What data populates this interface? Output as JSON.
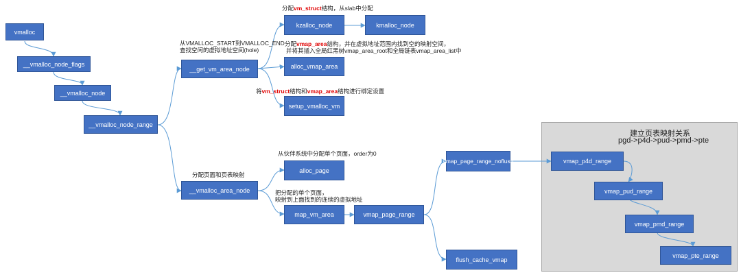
{
  "colors": {
    "box_fill": "#4472c4",
    "box_border": "#2f5597",
    "box_text": "#ffffff",
    "edge": "#5b9bd5",
    "highlight": "#e00000",
    "region_fill": "#d9d9d9",
    "region_border": "#a6a6a6"
  },
  "nodes": {
    "vmalloc": "vmalloc",
    "vmalloc_node_flags": "__vmalloc_node_flags",
    "vmalloc_node": "__vmalloc_node",
    "vmalloc_node_range": "__vmalloc_node_range",
    "get_vm_area_node": "__get_vm_area_node",
    "kzalloc_node": "kzalloc_node",
    "kmalloc_node": "kmalloc_node",
    "alloc_vmap_area": "alloc_vmap_area",
    "setup_vmalloc_vm": "setup_vmalloc_vm",
    "vmalloc_area_node": "__vmalloc_area_node",
    "alloc_page": "alloc_page",
    "map_vm_area": "map_vm_area",
    "vmap_page_range": "vmap_page_range",
    "vmap_page_range_noflush": "vmap_page_range_noflush",
    "flush_cache_vmap": "flush_cache_vmap",
    "vmap_p4d_range": "vmap_p4d_range",
    "vmap_pud_range": "vmap_pud_range",
    "vmap_pmd_range": "vmap_pmd_range",
    "vmap_pte_range": "vmap_pte_range"
  },
  "notes": {
    "kzalloc": {
      "pre": "分配",
      "hl": "vm_struct",
      "post": "结构，从slab中分配"
    },
    "get_vm_area": {
      "line1": "从VMALLOC_START到VMALLOC_END",
      "line2": "查找空闲的虚拟地址空间(hole)"
    },
    "alloc_vmap": {
      "pre": "分配",
      "hl": "vmap_area",
      "post": "结构，并在虚拟地址范围内找到空的映射空间，",
      "line2": "并将其插入全局红黑树vmap_area_root和全局链表vmap_area_list中"
    },
    "setup": {
      "pre": "将",
      "hl1": "vm_struct",
      "mid": "结构和",
      "hl2": "vmap_area",
      "post": "结构进行绑定设置"
    },
    "alloc_page": "从伙伴系统中分配单个页面，order为0",
    "vmalloc_area": "分配页面和页表映射",
    "map_vm_area": {
      "line1": "把分配的单个页面，",
      "line2": "映射到上面找到的连续的虚拟地址"
    }
  },
  "page_table_region": {
    "title_line1": "建立页表映射关系",
    "title_line2": "pgd->p4d->pud->pmd->pte"
  }
}
